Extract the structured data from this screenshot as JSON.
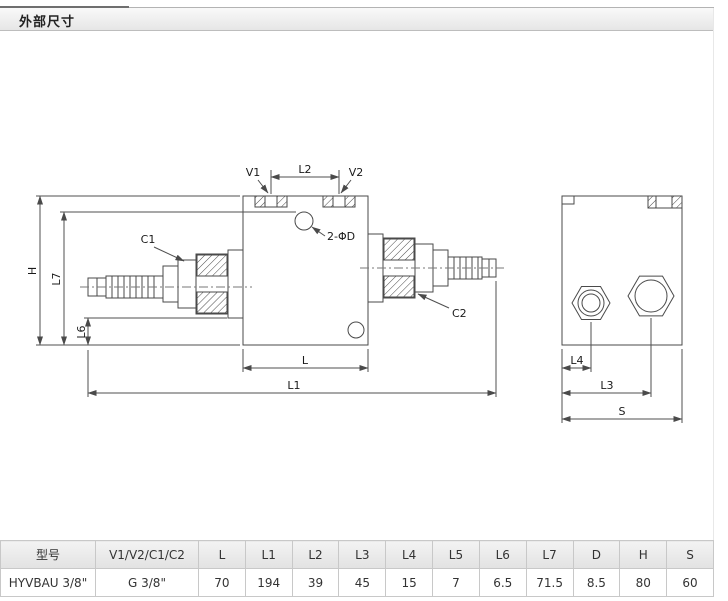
{
  "header": {
    "title": "外部尺寸"
  },
  "drawing": {
    "labels": {
      "v1": "V1",
      "v2": "V2",
      "l2": "L2",
      "hole": "2-ΦD",
      "c1": "C1",
      "c2": "C2",
      "h": "H",
      "l7": "L7",
      "l6": "L6",
      "l": "L",
      "l1": "L1",
      "l4": "L4",
      "l3": "L3",
      "s": "S"
    }
  },
  "table": {
    "headers": [
      "型号",
      "V1/V2/C1/C2",
      "L",
      "L1",
      "L2",
      "L3",
      "L4",
      "L5",
      "L6",
      "L7",
      "D",
      "H",
      "S"
    ],
    "row": [
      "HYVBAU 3/8\"",
      "G 3/8\"",
      "70",
      "194",
      "39",
      "45",
      "15",
      "7",
      "6.5",
      "71.5",
      "8.5",
      "80",
      "60"
    ]
  },
  "colors": {
    "line": "#4a4a4a",
    "table_border": "#c8c8c8",
    "header_bar_border": "#bdbdbd"
  }
}
